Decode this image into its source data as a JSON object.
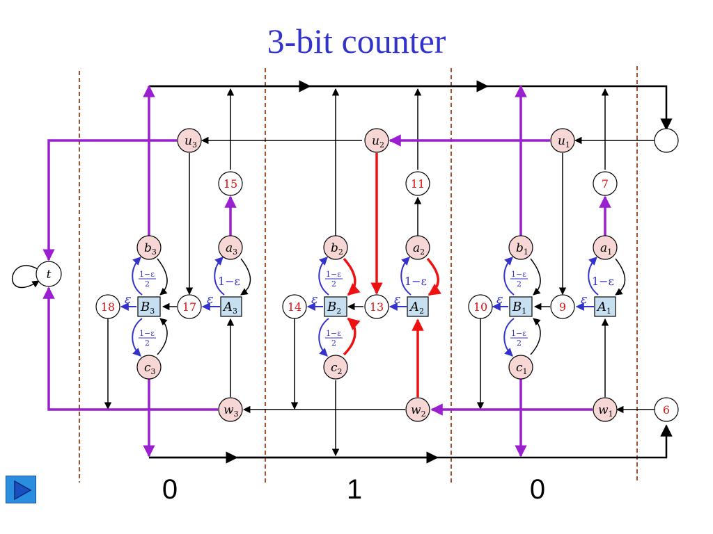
{
  "title": "3-bit counter",
  "bit_labels": [
    "0",
    "1",
    "0"
  ],
  "nodes": {
    "u3": "u",
    "u3_sub": "3",
    "u2": "u",
    "u2_sub": "2",
    "u1": "u",
    "u1_sub": "1",
    "w3": "w",
    "w3_sub": "3",
    "w2": "w",
    "w2_sub": "2",
    "w1": "w",
    "w1_sub": "1",
    "b3": "b",
    "b3_sub": "3",
    "b2": "b",
    "b2_sub": "2",
    "b1": "b",
    "b1_sub": "1",
    "a3": "a",
    "a3_sub": "3",
    "a2": "a",
    "a2_sub": "2",
    "a1": "a",
    "a1_sub": "1",
    "c3": "c",
    "c3_sub": "3",
    "c2": "c",
    "c2_sub": "2",
    "c1": "c",
    "c1_sub": "1",
    "B3": "B",
    "B3_sub": "3",
    "B2": "B",
    "B2_sub": "2",
    "B1": "B",
    "B1_sub": "1",
    "A3": "A",
    "A3_sub": "3",
    "A2": "A",
    "A2_sub": "2",
    "A1": "A",
    "A1_sub": "1",
    "t": "t",
    "n18": "18",
    "n17": "17",
    "n15": "15",
    "n14": "14",
    "n13": "13",
    "n11": "11",
    "n10": "10",
    "n9": "9",
    "n7": "7",
    "n6": "6"
  },
  "edge_labels": {
    "eps": "ε",
    "one_minus_eps": "1−ε",
    "frac_num": "1−ε",
    "frac_den": "2"
  },
  "colors": {
    "title": "#3333cc",
    "purple": "#9a1fd0",
    "red": "#ee1111",
    "blue": "#3333cc",
    "node_pink": "#f7d6d6",
    "node_blue": "#c6e0f2",
    "divider": "#a0522d",
    "number_red": "#dd1111"
  }
}
